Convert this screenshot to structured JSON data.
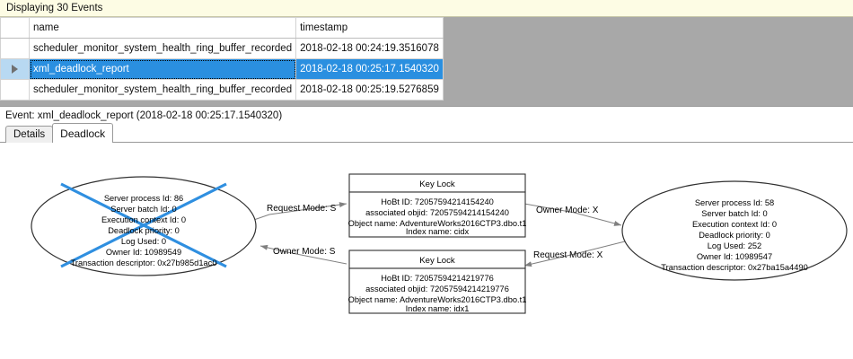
{
  "banner": {
    "text": "Displaying 30 Events"
  },
  "grid": {
    "columns": [
      "",
      "name",
      "timestamp"
    ],
    "rows": [
      {
        "selected": false,
        "marker": "",
        "name": "scheduler_monitor_system_health_ring_buffer_recorded",
        "timestamp": "2018-02-18 00:24:19.3516078"
      },
      {
        "selected": true,
        "marker": "row-arrow",
        "name": "xml_deadlock_report",
        "timestamp": "2018-02-18 00:25:17.1540320"
      },
      {
        "selected": false,
        "marker": "",
        "name": "scheduler_monitor_system_health_ring_buffer_recorded",
        "timestamp": "2018-02-18 00:25:19.5276859"
      }
    ]
  },
  "event": {
    "title": "Event: xml_deadlock_report (2018-02-18 00:25:17.1540320)",
    "tabs": [
      {
        "label": "Details",
        "active": false
      },
      {
        "label": "Deadlock",
        "active": true
      }
    ]
  },
  "deadlock": {
    "processes": [
      {
        "id": "left",
        "victim": true,
        "lines": [
          "Server process Id: 86",
          "Server batch Id: 0",
          "Execution context Id: 0",
          "Deadlock priority: 0",
          "Log Used: 0",
          "Owner Id: 10989549",
          "Transaction descriptor: 0x27b985d1ac0"
        ]
      },
      {
        "id": "right",
        "victim": false,
        "lines": [
          "Server process Id: 58",
          "Server batch Id: 0",
          "Execution context Id: 0",
          "Deadlock priority: 0",
          "Log Used: 252",
          "Owner Id: 10989547",
          "Transaction descriptor: 0x27ba15a4490"
        ]
      }
    ],
    "resources": [
      {
        "id": "top",
        "title": "Key Lock",
        "lines": [
          "HoBt ID: 72057594214154240",
          "associated objid: 72057594214154240",
          "Object name: AdventureWorks2016CTP3.dbo.t1",
          "Index name: cidx"
        ]
      },
      {
        "id": "bottom",
        "title": "Key Lock",
        "lines": [
          "HoBt ID: 72057594214219776",
          "associated objid: 72057594214219776",
          "Object name: AdventureWorks2016CTP3.dbo.t1",
          "Index name: idx1"
        ]
      }
    ],
    "edges": [
      {
        "id": "left-request-top",
        "label": "Request Mode: S"
      },
      {
        "id": "top-owner-right",
        "label": "Owner Mode: X"
      },
      {
        "id": "bottom-owner-left",
        "label": "Owner Mode: S"
      },
      {
        "id": "right-request-bottom",
        "label": "Request Mode: X"
      }
    ],
    "colors": {
      "victim_cross": "#2f8fe0",
      "node_stroke": "#303030",
      "edge_stroke": "#808080"
    }
  }
}
